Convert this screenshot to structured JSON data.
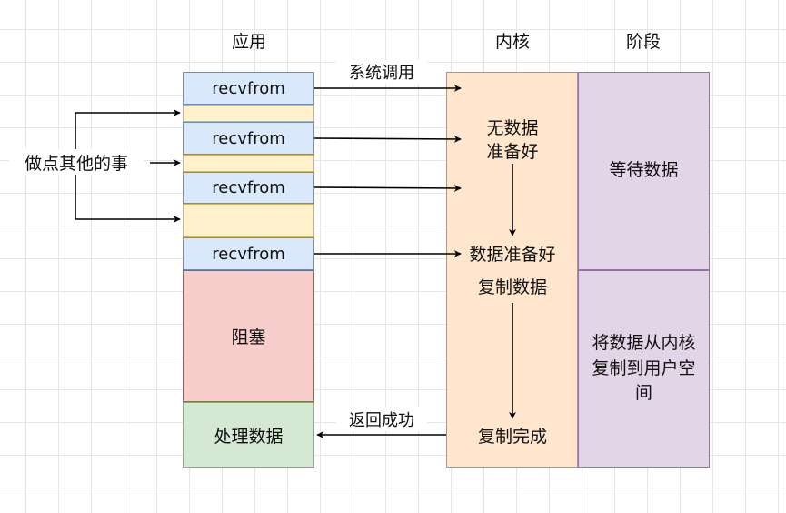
{
  "headers": {
    "app": "应用",
    "kernel": "内核",
    "stage": "阶段"
  },
  "app_column": {
    "recvfrom_label": "recvfrom",
    "blocked": "阻塞",
    "process": "处理数据"
  },
  "side_label": "做点其他的事",
  "arrow_labels": {
    "syscall": "系统调用",
    "return_ok": "返回成功"
  },
  "kernel_column": {
    "no_data_line1": "无数据",
    "no_data_line2": "准备好",
    "data_ready": "数据准备好",
    "copy_data": "复制数据",
    "copy_done": "复制完成"
  },
  "stage_column": {
    "wait": "等待数据",
    "copy_line1": "将数据从内核",
    "copy_line2": "复制到用户空",
    "copy_line3": "间"
  },
  "colors": {
    "blue_fill": "#dae8fc",
    "blue_stroke": "#6c8ebf",
    "yellow_fill": "#fff2cc",
    "yellow_stroke": "#d6b656",
    "red_fill": "#f8cecc",
    "red_stroke": "#b85450",
    "green_fill": "#d5e8d4",
    "green_stroke": "#82b366",
    "orange_fill": "#ffe6cc",
    "orange_stroke": "#d79b00",
    "purple_fill": "#e1d5e7",
    "purple_stroke": "#9673a6"
  }
}
